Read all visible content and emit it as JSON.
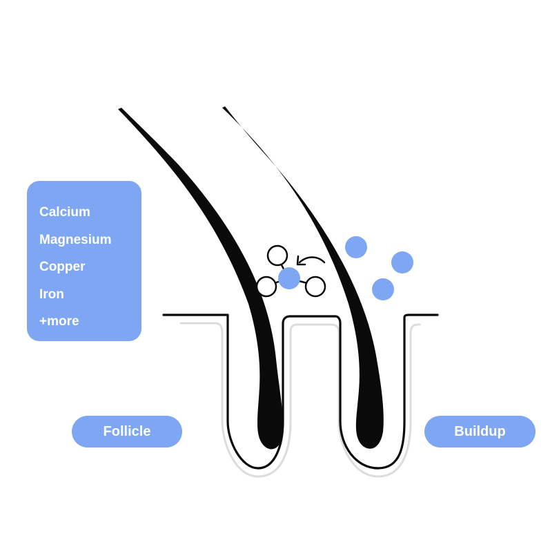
{
  "minerals": {
    "items": [
      "Calcium",
      "Magnesium",
      "Copper",
      "Iron",
      "+more"
    ]
  },
  "labels": {
    "follicle": "Follicle",
    "buildup": "Buildup"
  },
  "colors": {
    "accent": "#7ea6f3",
    "ink": "#0a0a0a",
    "shadow": "#dcdcdc",
    "background": "#ffffff"
  },
  "icons": [
    "hair-strand-left-icon",
    "hair-strand-right-icon",
    "mineral-molecule-icon",
    "binding-arrow-icon",
    "mineral-particle-icon"
  ]
}
